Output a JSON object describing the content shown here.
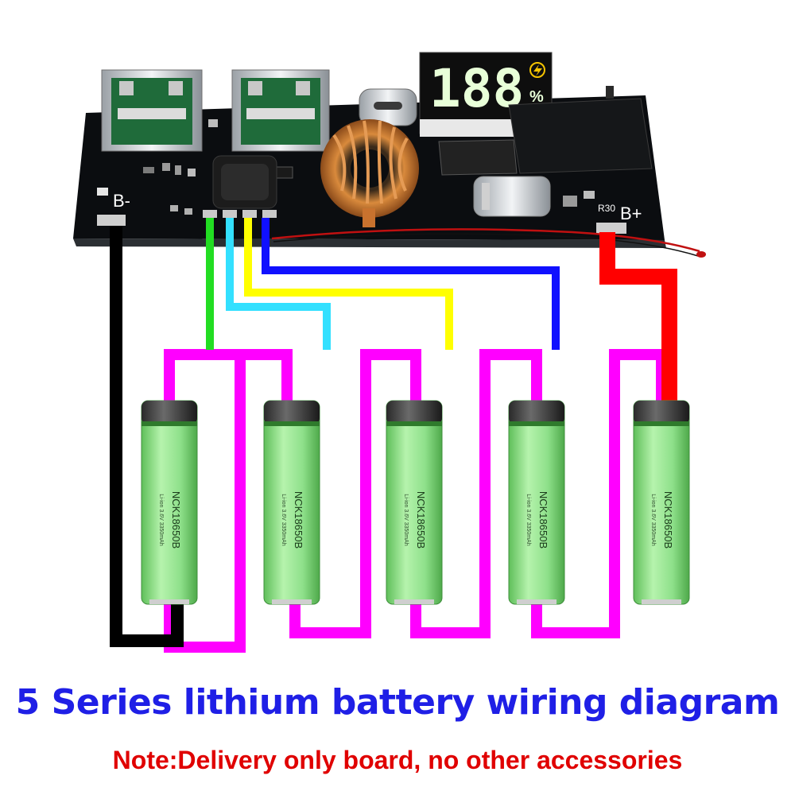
{
  "title": "5 Series lithium battery wiring diagram",
  "note": "Note:Delivery only board, no other accessories",
  "board": {
    "display_digits": "188",
    "display_percent": "%",
    "label_bminus": "B-",
    "label_bplus": "B+",
    "label_r30": "R30"
  },
  "battery": {
    "model": "NCK18650B",
    "subtitle": "Li-ion 3.6V 3350mAh",
    "count": 5
  },
  "colors": {
    "title": "#1f1fe6",
    "note": "#e00000",
    "pcb": "#0b0d10",
    "series_link": "#ff00ff",
    "wire_bminus": "#000000",
    "wire_bplus": "#ff0000",
    "wire_1": "#22dd22",
    "wire_2": "#33e0ff",
    "wire_3": "#ffff00",
    "wire_4": "#1010ff",
    "battery_body": "#8ee08a",
    "battery_cap": "#1a1a1a",
    "display_digits": "#e8ffd8",
    "display_icon": "#f5c400",
    "copper": "#c8722e"
  }
}
